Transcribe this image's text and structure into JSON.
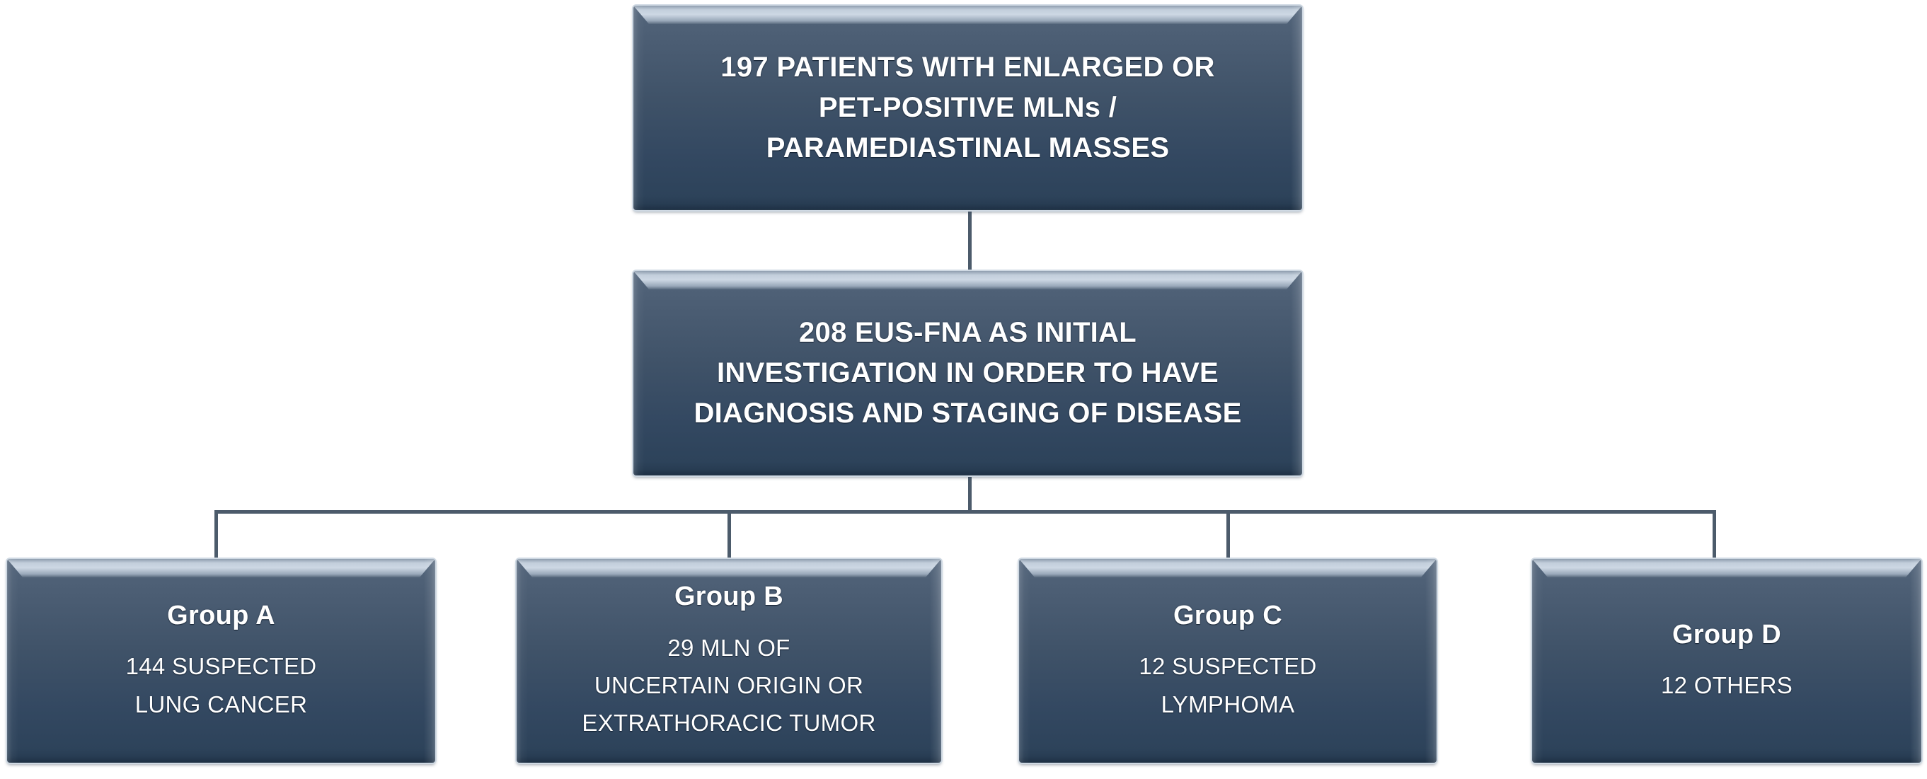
{
  "diagram": {
    "type": "flowchart",
    "orientation": "top-down",
    "background_color": "#ffffff",
    "node_fill_top": "#53657b",
    "node_fill_bottom": "#2b4158",
    "node_bevel_color": "#cdd8e4",
    "connector_color": "#4c5b6b",
    "text_color": "#ffffff"
  },
  "nodes": {
    "top": {
      "lines": [
        "197 PATIENTS WITH ENLARGED OR",
        "PET-POSITIVE MLNs /",
        "PARAMEDIASTINAL MASSES"
      ]
    },
    "second": {
      "lines": [
        "208 EUS-FNA AS INITIAL",
        "INVESTIGATION IN ORDER TO HAVE",
        "DIAGNOSIS AND STAGING OF DISEASE"
      ]
    },
    "groups": [
      {
        "title": "Group A",
        "lines": [
          "144 SUSPECTED",
          "LUNG CANCER"
        ]
      },
      {
        "title": "Group B",
        "lines": [
          "29 MLN OF",
          "UNCERTAIN ORIGIN OR",
          "EXTRATHORACIC TUMOR"
        ]
      },
      {
        "title": "Group C",
        "lines": [
          "12 SUSPECTED",
          "LYMPHOMA"
        ]
      },
      {
        "title": "Group D",
        "lines": [
          "12 OTHERS"
        ]
      }
    ]
  }
}
